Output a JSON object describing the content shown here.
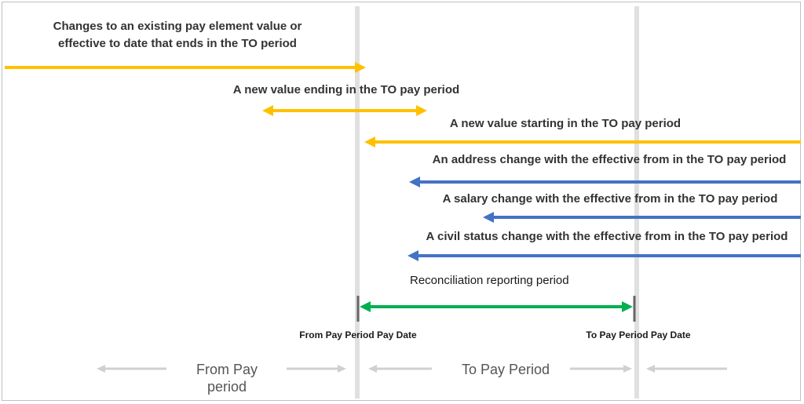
{
  "colors": {
    "orange": "#FFC000",
    "blue": "#4472C4",
    "green": "#00B050",
    "divider": "#E0E0E0",
    "gray_arrow": "#D0D0D0",
    "tick": "#666666"
  },
  "labels": {
    "existing_change": "Changes to an existing pay element value or effective to date that ends in the TO period",
    "new_value_ending": "A new value ending in the TO pay period",
    "new_value_starting": "A new value starting in the TO pay period",
    "address_change": "An address change with the effective from in the TO pay period",
    "salary_change": "A salary change with the effective from in the TO pay period",
    "civil_status_change": "A civil status change with the effective from in the TO pay period",
    "reconciliation": "Reconciliation reporting period",
    "from_date": "From Pay Period Pay Date",
    "to_date": "To Pay Period Pay Date",
    "from_period": "From Pay period",
    "to_period": "To Pay Period"
  }
}
